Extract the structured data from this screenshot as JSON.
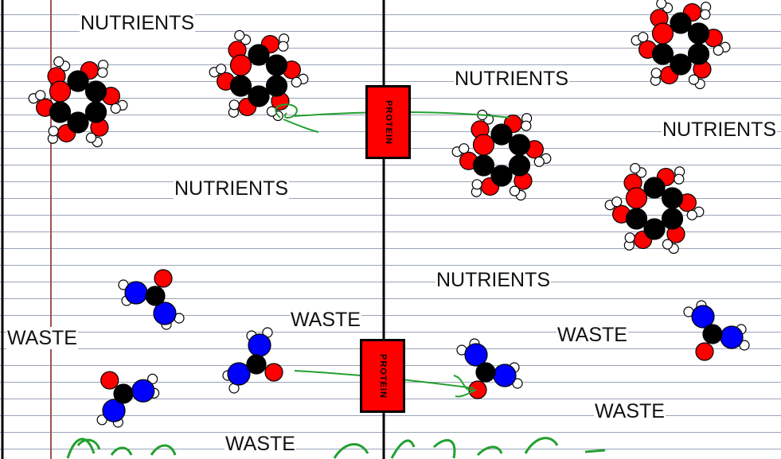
{
  "labels": {
    "nutrients_1": "NUTRIENTS",
    "nutrients_2": "NUTRIENTS",
    "nutrients_3": "NUTRIENTS",
    "nutrients_4": "NUTRIENTS",
    "nutrients_5": "NUTRIENTS",
    "waste_1": "WASTE",
    "waste_2": "WASTE",
    "waste_3": "WASTE",
    "waste_4": "WASTE",
    "waste_5": "WASTE"
  },
  "proteins": {
    "top": "PROTEIN",
    "bottom": "PROTEIN"
  },
  "colors": {
    "oxygen": "#ff0000",
    "carbon": "#000000",
    "hydrogen": "#ffffff",
    "nitrogen": "#0000ff",
    "pen_green": "#22a030",
    "membrane": "#000000",
    "margin_line": "#a0524a",
    "ruled_line": "#9aa4b8"
  }
}
